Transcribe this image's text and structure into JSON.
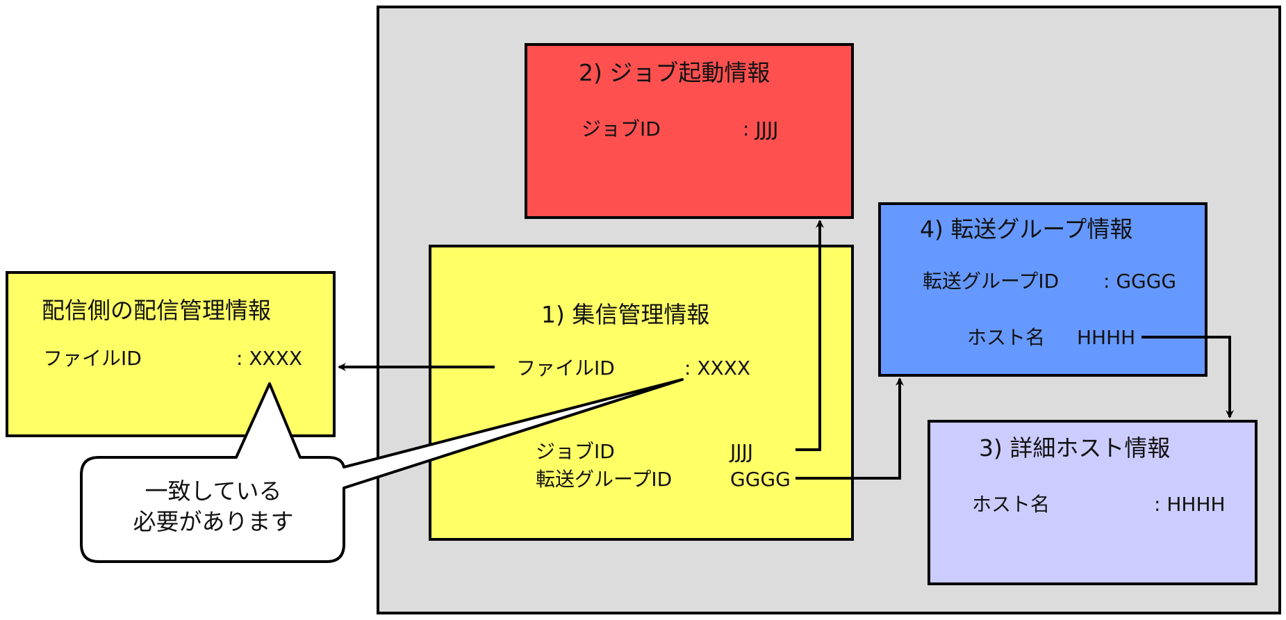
{
  "colors": {
    "container": "#DCDCDC",
    "left_box": "#FFFF66",
    "job_startup": "#FF5050",
    "collection_mgmt": "#FFFF66",
    "transfer_group": "#6699FF",
    "host_detail": "#CCCCFF",
    "bubble": "#FFFFFF",
    "line": "#000000"
  },
  "left_box": {
    "title": "配信側の配信管理情報",
    "row_label": "ファイルID",
    "row_value": ": XXXX"
  },
  "job_startup": {
    "title": "2) ジョブ起動情報",
    "row_label": "ジョブID",
    "row_value": ": JJJJ"
  },
  "collection_mgmt": {
    "title": "1) 集信管理情報",
    "file_id_label": "ファイルID",
    "file_id_value": ": XXXX",
    "job_id_label": "ジョブID",
    "job_id_value": "JJJJ",
    "group_id_label": "転送グループID",
    "group_id_value": "GGGG"
  },
  "transfer_group": {
    "title": "4) 転送グループ情報",
    "group_id_label": "転送グループID",
    "group_id_value": ": GGGG",
    "host_label": "ホスト名",
    "host_value": "HHHH"
  },
  "host_detail": {
    "title": "3) 詳細ホスト情報",
    "host_label": "ホスト名",
    "host_value": ": HHHH"
  },
  "callout": {
    "line1": "一致している",
    "line2": "必要があります"
  },
  "connections": [
    {
      "from": "collection_mgmt.file_id",
      "to": "left_box.file_id"
    },
    {
      "from": "collection_mgmt.job_id",
      "to": "job_startup"
    },
    {
      "from": "collection_mgmt.group_id",
      "to": "transfer_group"
    },
    {
      "from": "transfer_group.host",
      "to": "host_detail"
    }
  ]
}
